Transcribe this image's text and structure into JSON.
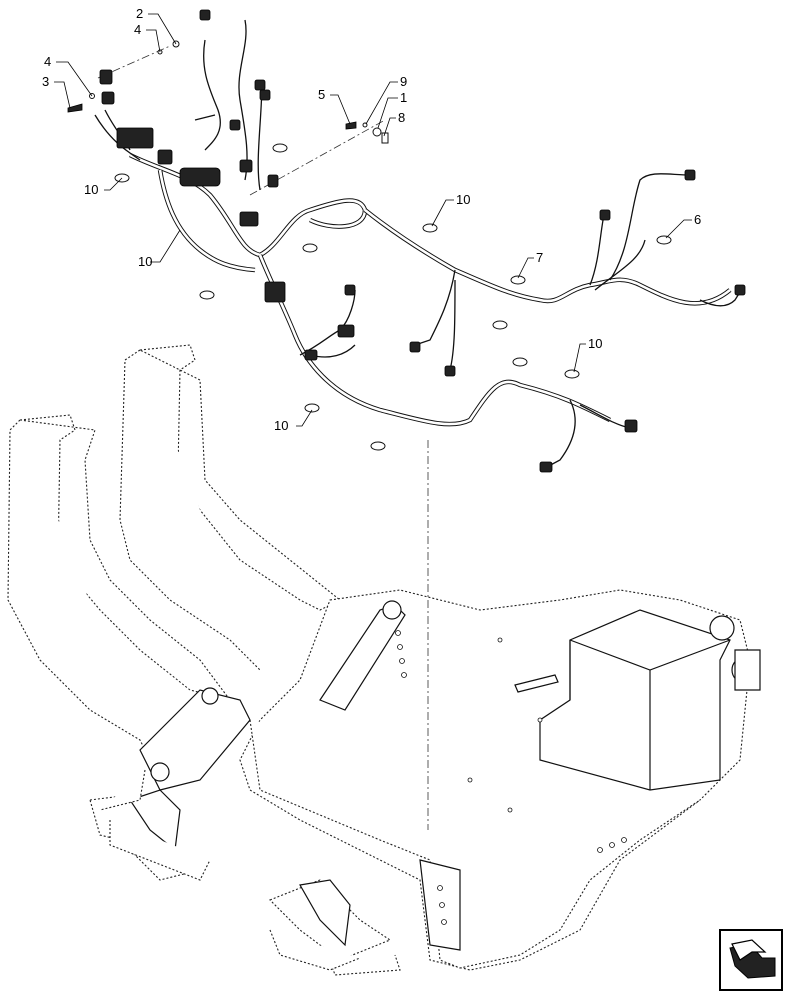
{
  "callouts": [
    {
      "id": "c2a",
      "label": "2"
    },
    {
      "id": "c4a",
      "label": "4"
    },
    {
      "id": "c4b",
      "label": "4"
    },
    {
      "id": "c3",
      "label": "3"
    },
    {
      "id": "c5",
      "label": "5"
    },
    {
      "id": "c9",
      "label": "9"
    },
    {
      "id": "c1",
      "label": "1"
    },
    {
      "id": "c8",
      "label": "8"
    },
    {
      "id": "c10a",
      "label": "10"
    },
    {
      "id": "c10b",
      "label": "10"
    },
    {
      "id": "c10c",
      "label": "10"
    },
    {
      "id": "c7",
      "label": "7"
    },
    {
      "id": "c6",
      "label": "6"
    },
    {
      "id": "c10d",
      "label": "10"
    },
    {
      "id": "c10e",
      "label": "10"
    }
  ],
  "nav_icon": "next-page-arrow-icon"
}
